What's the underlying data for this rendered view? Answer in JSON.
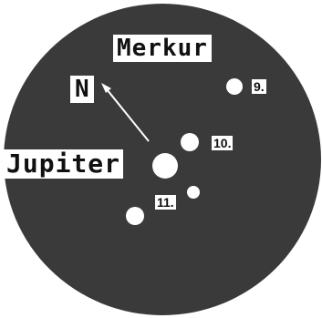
{
  "labels": {
    "title": "Merkur",
    "north": "N",
    "center_body": "Jupiter"
  },
  "moons": [
    {
      "number": "9."
    },
    {
      "number": "10."
    },
    {
      "number": "11."
    }
  ],
  "colors": {
    "disc": "#3a3a3a",
    "marks": "#ffffff",
    "text": "#111111"
  },
  "icons": {
    "north_arrow": "arrow-northwest-icon"
  }
}
